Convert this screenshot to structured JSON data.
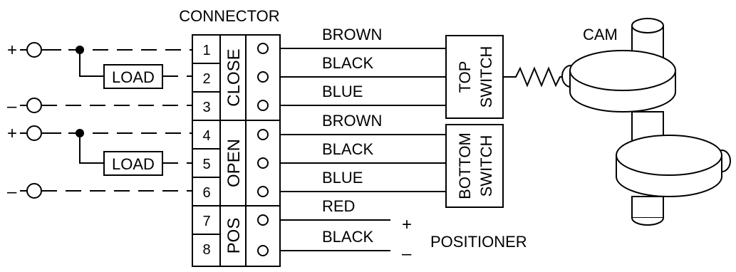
{
  "connector": {
    "title": "CONNECTOR",
    "terminals": [
      "1",
      "2",
      "3",
      "4",
      "5",
      "6",
      "7",
      "8"
    ],
    "groups": [
      "CLOSE",
      "OPEN",
      "POS"
    ]
  },
  "power": {
    "plus": "+",
    "minus": "–"
  },
  "loads": [
    "LOAD",
    "LOAD"
  ],
  "wires": [
    "BROWN",
    "BLACK",
    "BLUE",
    "BROWN",
    "BLACK",
    "BLUE",
    "RED",
    "BLACK"
  ],
  "switches": {
    "top": [
      "TOP",
      "SWITCH"
    ],
    "bottom": [
      "BOTTOM",
      "SWITCH"
    ]
  },
  "cam": {
    "label": "CAM"
  },
  "positioner": {
    "label": "POSITIONER",
    "plus": "+",
    "minus": "–"
  }
}
